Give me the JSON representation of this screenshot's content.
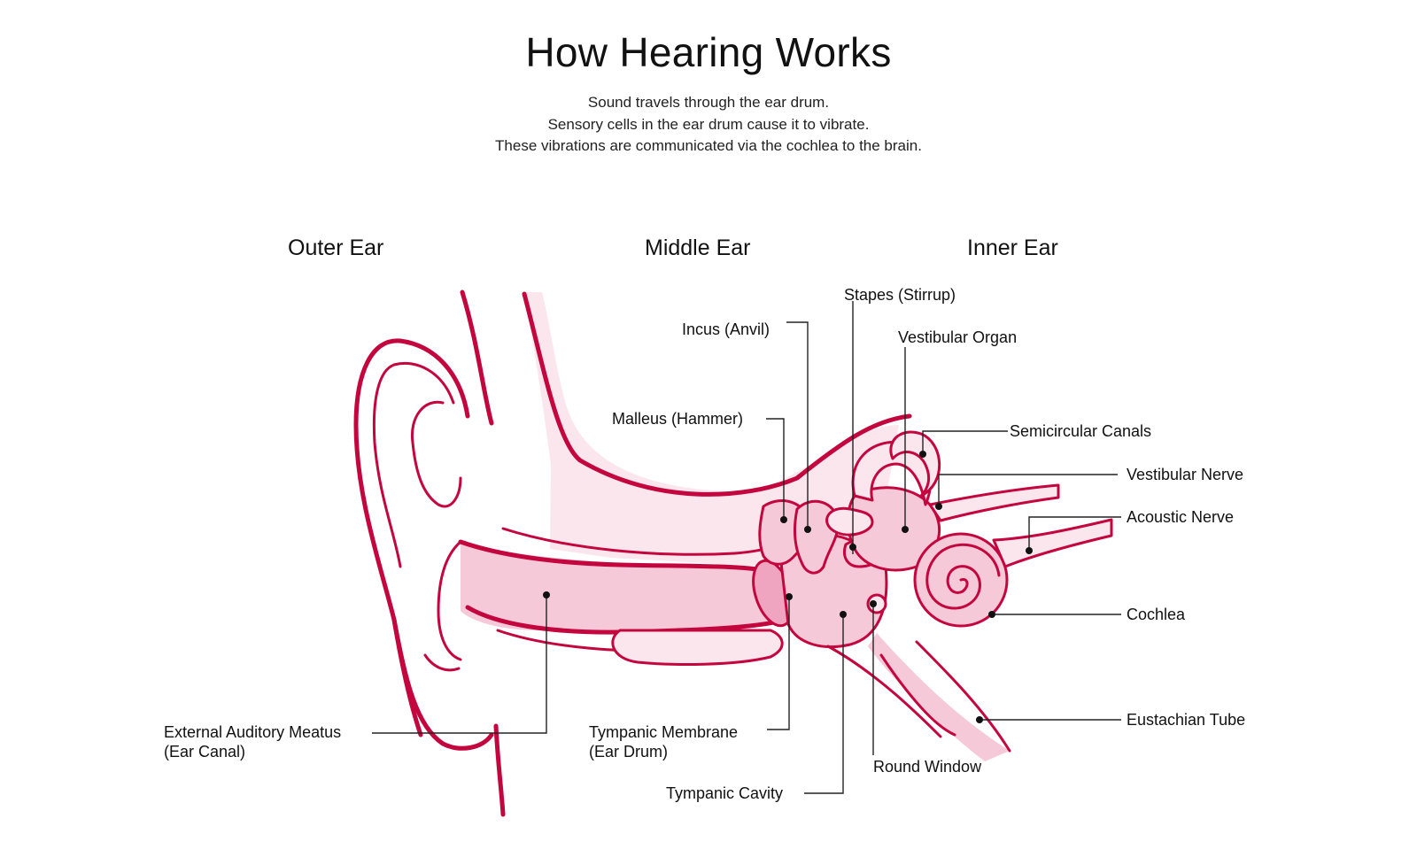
{
  "title": "How Hearing Works",
  "subtitle": [
    "Sound travels through the ear drum.",
    "Sensory cells in the ear drum cause it to vibrate.",
    "These vibrations are communicated via the cochlea to the brain."
  ],
  "sections": {
    "outer": "Outer Ear",
    "middle": "Middle Ear",
    "inner": "Inner Ear"
  },
  "labels": {
    "stapes": "Stapes (Stirrup)",
    "incus": "Incus (Anvil)",
    "vestibular_organ": "Vestibular Organ",
    "malleus": "Malleus (Hammer)",
    "semicircular_canals": "Semicircular Canals",
    "vestibular_nerve": "Vestibular Nerve",
    "acoustic_nerve": "Acoustic Nerve",
    "cochlea": "Cochlea",
    "eustachian_tube": "Eustachian Tube",
    "ear_canal_line1": "External Auditory Meatus",
    "ear_canal_line2": "(Ear Canal)",
    "tympanic_membrane_line1": "Tympanic Membrane",
    "tympanic_membrane_line2": "(Ear Drum)",
    "tympanic_cavity": "Tympanic Cavity",
    "round_window": "Round Window"
  },
  "colors": {
    "stroke": "#c4063f",
    "fill_light": "#fbe6ee",
    "fill_mid": "#f6c9d9",
    "fill_dark": "#efa4c0"
  }
}
